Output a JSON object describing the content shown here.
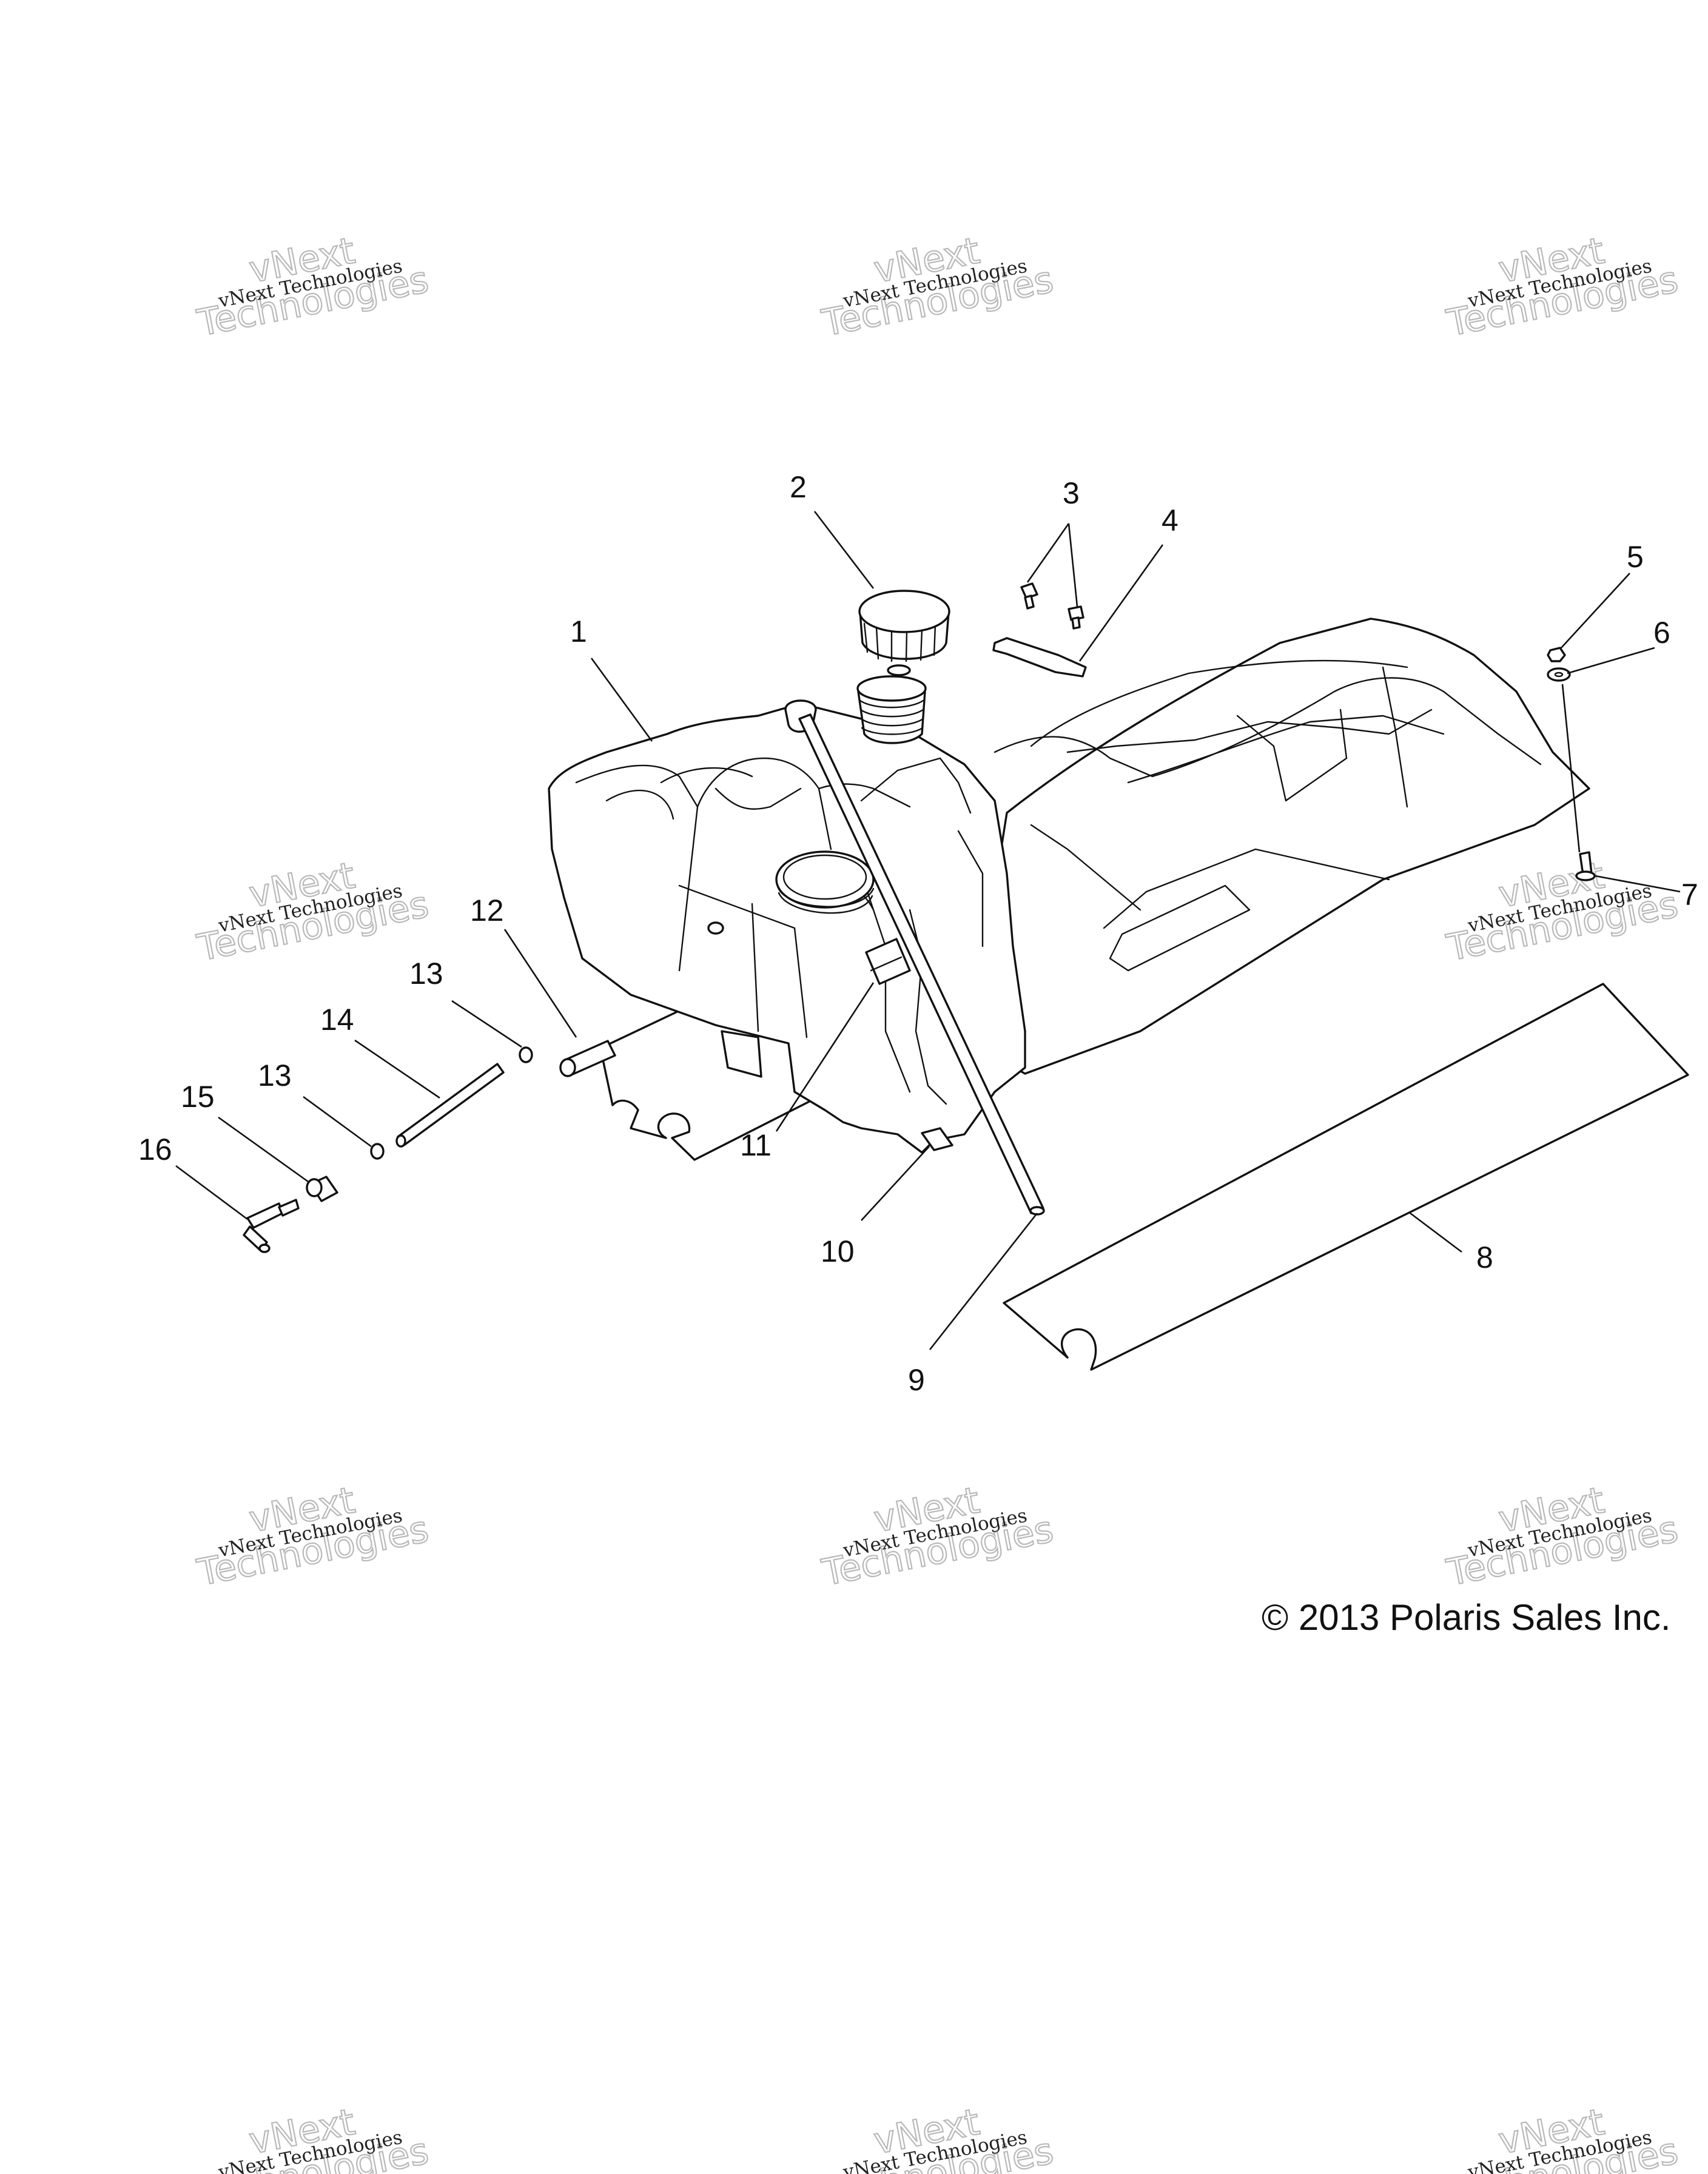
{
  "diagram": {
    "callouts": [
      "1",
      "2",
      "3",
      "4",
      "5",
      "6",
      "7",
      "8",
      "9",
      "10",
      "11",
      "12",
      "13",
      "14",
      "13",
      "15",
      "16"
    ]
  },
  "watermark": {
    "line1": "vNext Technologies",
    "line2": "vNext",
    "line3": "Technologies"
  },
  "copyright": "© 2013 Polaris Sales Inc."
}
